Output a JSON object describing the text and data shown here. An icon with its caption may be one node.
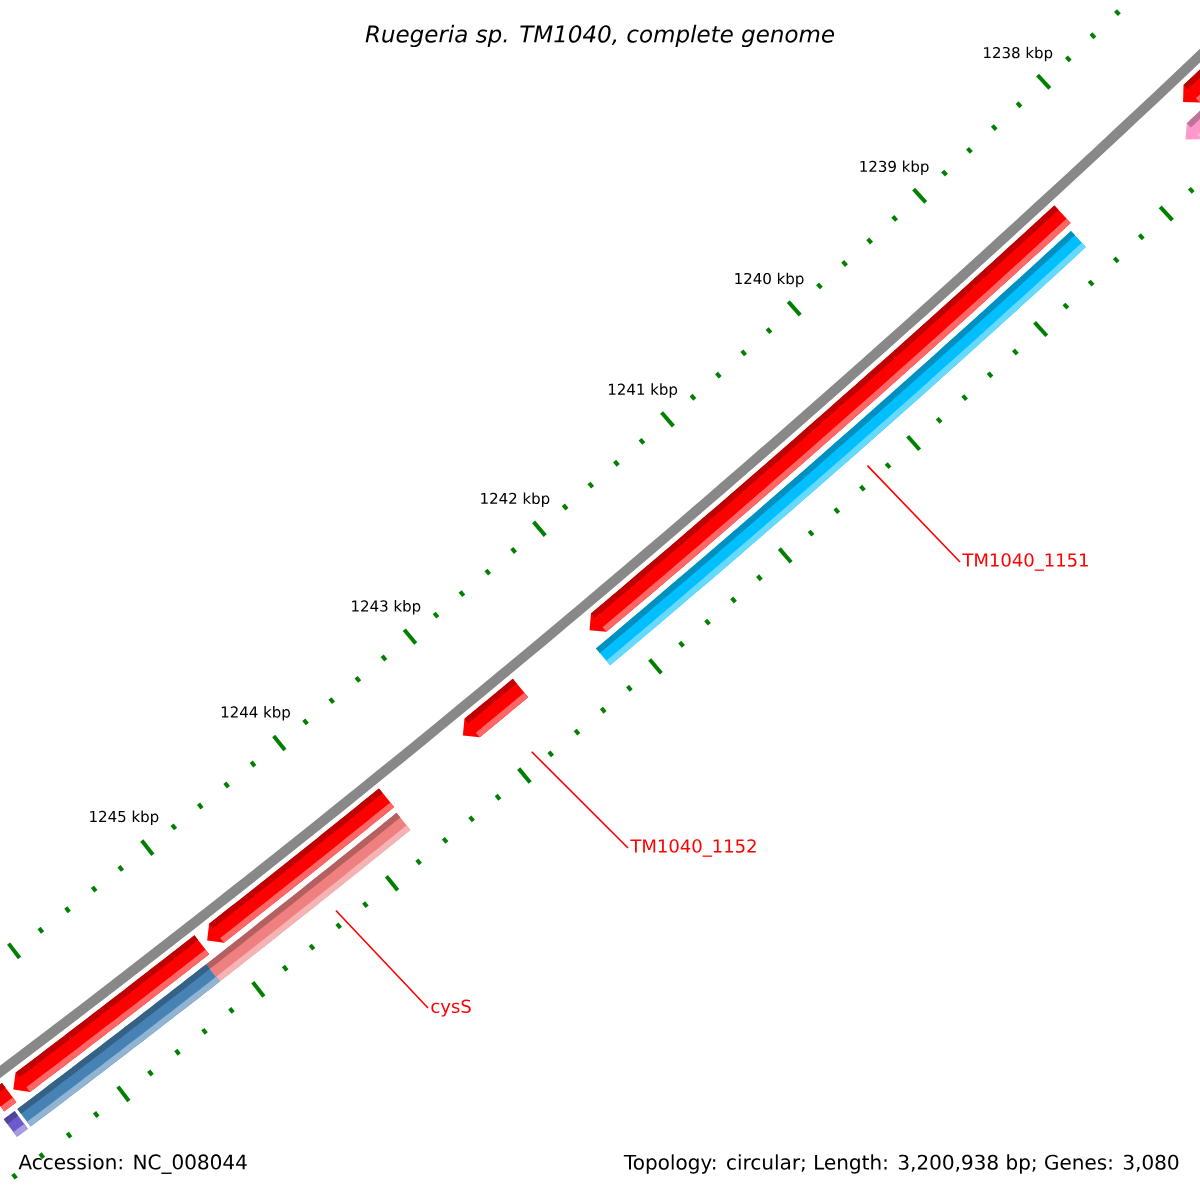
{
  "diagram": {
    "title": "Ruegeria sp. TM1040, complete genome",
    "nodes": [
      {
        "text": [],
        "shape": "bar"
      },
      {
        "text": [],
        "shape": "bar"
      },
      {
        "text": [],
        "shape": "bar"
      },
      {
        "text": [],
        "shape": "bar"
      },
      {
        "text": [
          "TM1040_1151"
        ]
      },
      {
        "text": [],
        "shape": "bar"
      },
      {
        "text": [
          "TM1040_1152"
        ]
      },
      {
        "text": [],
        "shape": "bar"
      },
      {
        "text": [],
        "shape": "bar"
      },
      {
        "text": [
          "cysS"
        ]
      },
      {
        "text": [],
        "shape": "bar"
      },
      {
        "text": [],
        "shape": "bar"
      },
      {
        "text": [],
        "shape": "bar"
      },
      {
        "text": [],
        "shape": "bar"
      }
    ],
    "edges": [
      {
        "from": 4,
        "to": 2,
        "arrow": "none"
      },
      {
        "from": 6,
        "to": 5,
        "arrow": "none"
      },
      {
        "from": 9,
        "to": 7,
        "arrow": "none"
      }
    ],
    "labels": [
      "1238 kbp",
      "1239 kbp",
      "1240 kbp",
      "1241 kbp",
      "1242 kbp",
      "1243 kbp",
      "1244 kbp",
      "1245 kbp",
      "Accession: NC_008044",
      "Topology: circular; Length: 3,200,938 bp; Genes: 3,080"
    ]
  }
}
